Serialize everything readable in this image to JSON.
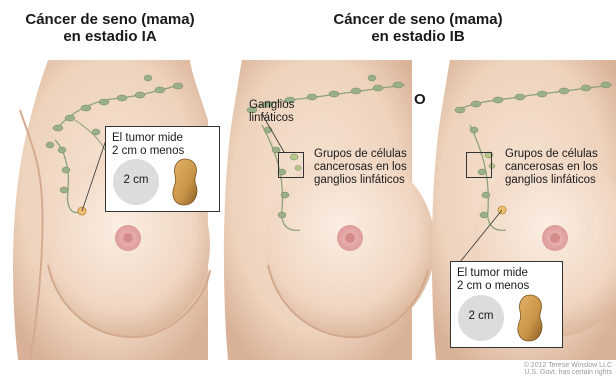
{
  "panels": [
    {
      "title_line1": "Cáncer de seno (mama)",
      "title_line2": "en estadio IA"
    },
    {
      "title_line1": "Cáncer de seno (mama)",
      "title_line2": "en estadio IB"
    }
  ],
  "or_label": "O",
  "labels": {
    "tumor_line1": "El tumor mide",
    "tumor_line2": "2 cm o menos",
    "size_label": "2 cm",
    "ganglios_line1": "Ganglios",
    "ganglios_line2": "linfáticos",
    "grupos_line1": "Grupos de células",
    "grupos_line2": "cancerosas en los",
    "grupos_line3": "ganglios linfáticos"
  },
  "copyright_line1": "© 2012 Terese Winslow LLC",
  "copyright_line2": "U.S. Govt. has certain rights",
  "colors": {
    "skin": "#f1d9c5",
    "skin_shadow": "#dcb79c",
    "lymph_node": "#9bb08a",
    "vessel": "#8da27a",
    "areola": "#e6a6a6",
    "tumor": "#f0c070"
  }
}
